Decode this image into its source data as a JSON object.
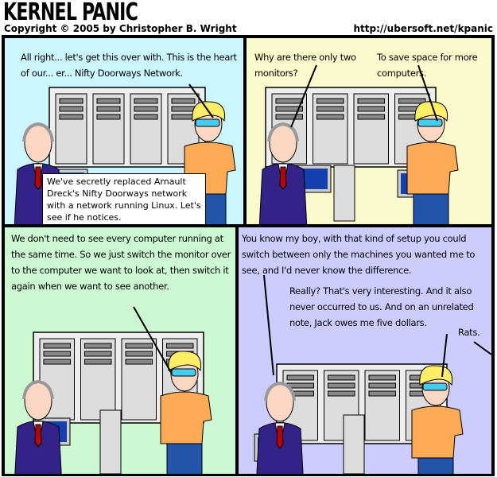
{
  "header": {
    "title": "KERNEL PANIC",
    "copyright": "Copyright © 2005 by Christopher B. Wright",
    "url": "http://ubersoft.net/kpanic"
  },
  "panels": [
    {
      "bg": "#ccf6ff",
      "dialogue": [
        "All right... let's get this over with. This is the heart of our... er... Nifty Doorways Network."
      ],
      "caption": "We've secretly replaced Arnault Dreck's Nifty Doorways network with a network running Linux. Let's see if he notices."
    },
    {
      "bg": "#fafacc",
      "dialogue": [
        "Why are there only two monitors?",
        "To save space for more computers."
      ]
    },
    {
      "bg": "#ccf8d2",
      "dialogue": [
        "We don't need to see every computer running at the same time. So we just switch the monitor over to the computer we want to look at, then switch it again when we want to see another."
      ]
    },
    {
      "bg": "#ccccff",
      "dialogue": [
        "You know my boy, with that kind of setup you could switch between only the machines you wanted me to see, and I'd never know the difference.",
        "Really? That's very interesting. And it also never occurred to us. And on an unrelated note, Jack owes me five dollars.",
        "Rats."
      ]
    }
  ]
}
